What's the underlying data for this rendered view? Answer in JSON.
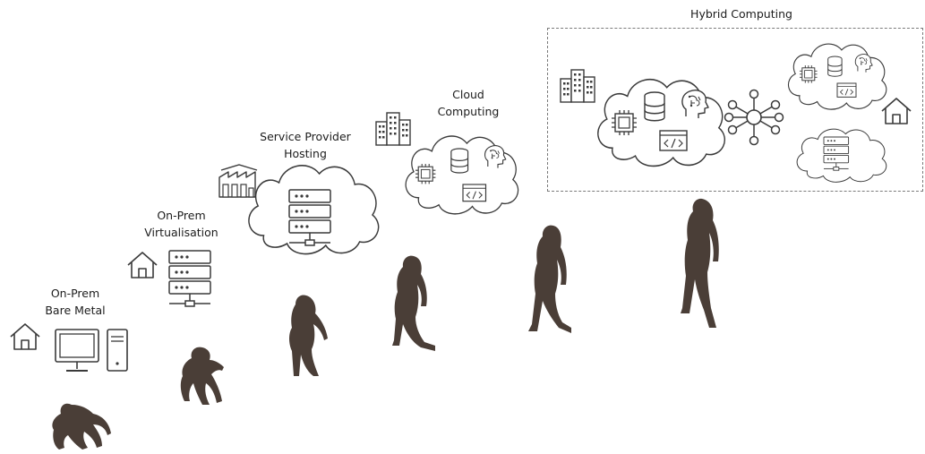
{
  "stages": [
    {
      "label_line1": "On-Prem",
      "label_line2": "Bare Metal"
    },
    {
      "label_line1": "On-Prem",
      "label_line2": "Virtualisation"
    },
    {
      "label_line1": "Service Provider",
      "label_line2": "Hosting"
    },
    {
      "label_line1": "Cloud",
      "label_line2": "Computing"
    },
    {
      "label_line1": "Hybrid Computing"
    }
  ],
  "colors": {
    "figure": "#4a3e37",
    "stroke": "#3a3a3a",
    "dashed_border": "#7a7a7a"
  },
  "icons": [
    "house-icon",
    "desktop-computer-icon",
    "server-rack-icon",
    "factory-icon",
    "office-buildings-icon",
    "cloud-icon",
    "cpu-chip-icon",
    "database-icon",
    "ai-brain-icon",
    "code-window-icon",
    "network-hub-icon",
    "hominid-silhouette-icon"
  ]
}
